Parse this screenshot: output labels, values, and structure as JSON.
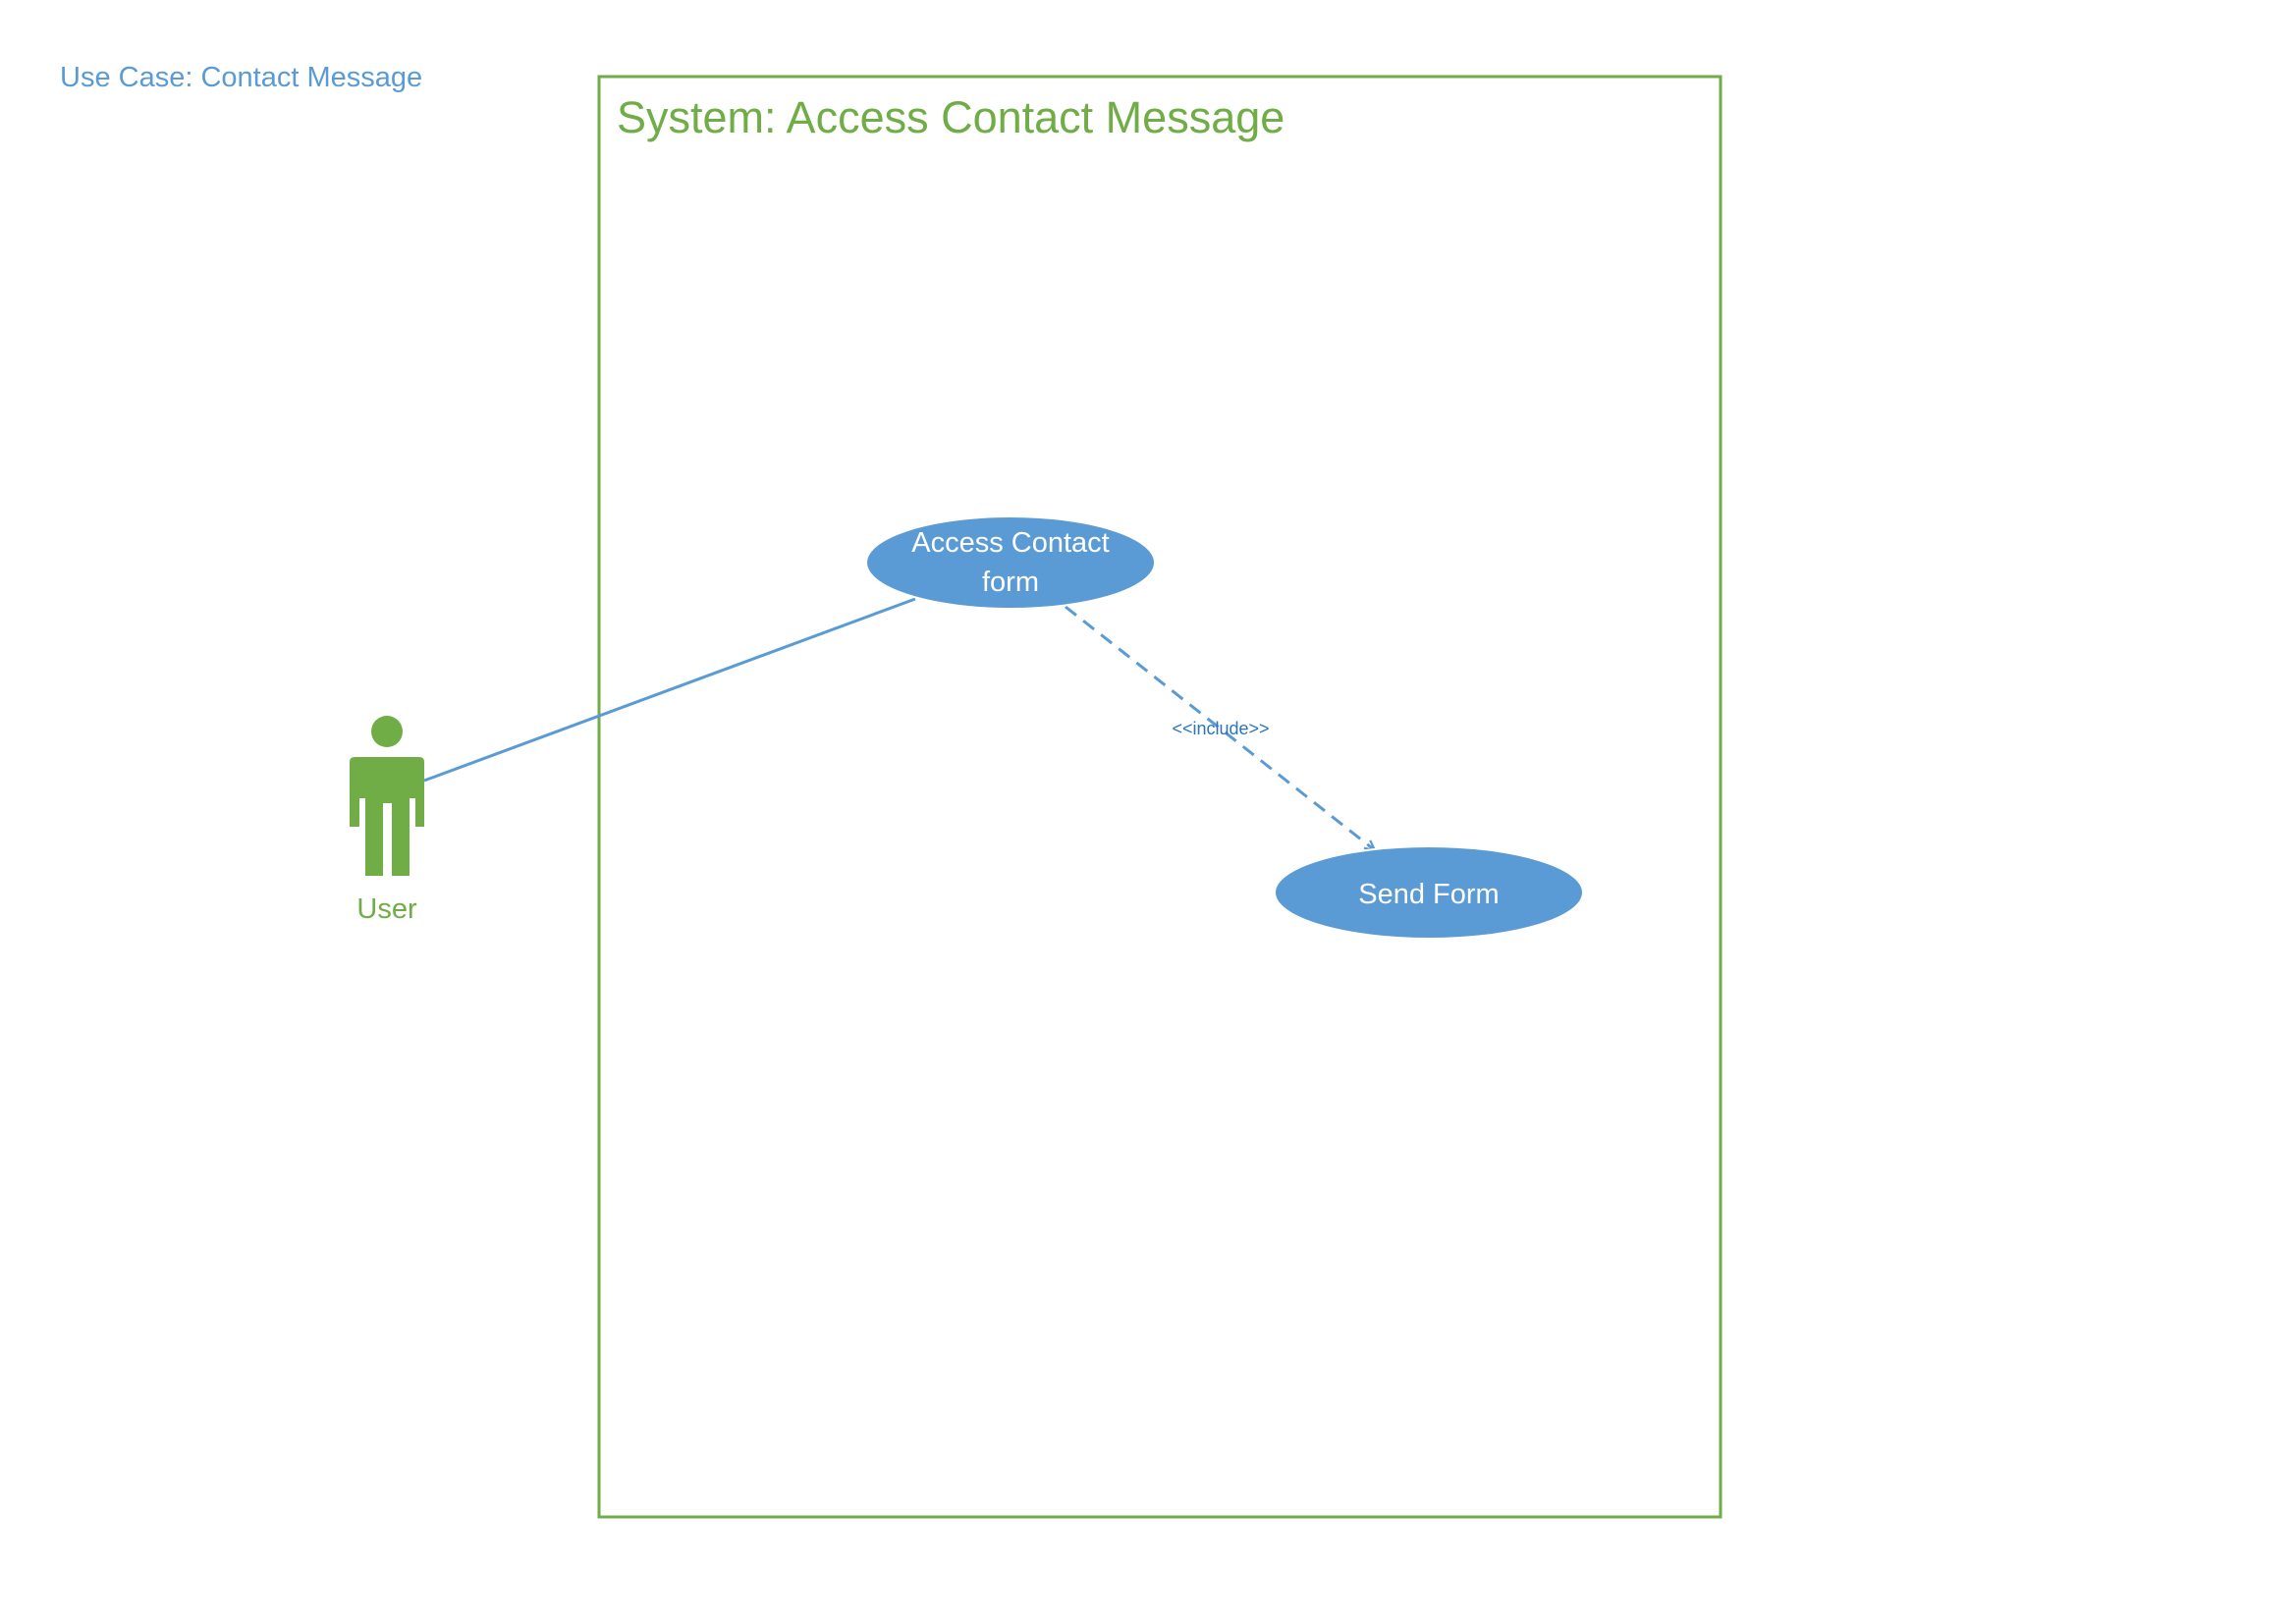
{
  "page": {
    "title": "Use Case: Contact Message"
  },
  "system": {
    "title": "System: Access Contact Message"
  },
  "actors": [
    {
      "label": "User",
      "icon": "person-icon"
    }
  ],
  "use_cases": [
    {
      "lines": [
        "Access Contact",
        "form"
      ]
    },
    {
      "lines": [
        "Send Form"
      ]
    }
  ],
  "relationships": [
    {
      "type": "association",
      "from": "User",
      "to": "Access Contact form"
    },
    {
      "type": "include",
      "label": "<<include>>",
      "from": "Access Contact form",
      "to": "Send Form"
    }
  ],
  "colors": {
    "title_blue": "#5b9bd5",
    "system_green": "#70ad47",
    "usecase_fill": "#5b9bd5",
    "connector": "#5b9bd5",
    "include_label": "#2e75b6"
  }
}
